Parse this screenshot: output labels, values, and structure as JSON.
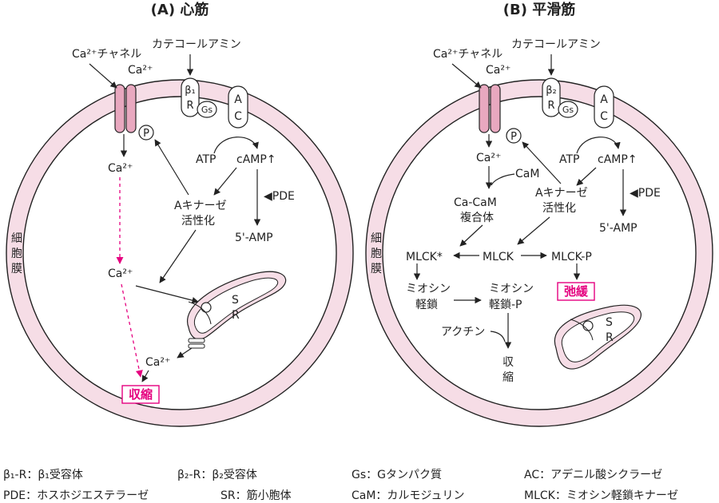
{
  "panelA": {
    "title": "(A) 心筋",
    "ca_channel": "Ca²⁺チャネル",
    "catecholamine": "カテコールアミン",
    "ca_top": "Ca²⁺",
    "beta_r": [
      "β₁",
      "R"
    ],
    "gs": "Gs",
    "ac": [
      "A",
      "C"
    ],
    "p": "P",
    "atp": "ATP",
    "camp": "cAMP↑",
    "ca_mid": "Ca²⁺",
    "akinase": [
      "Aキナーゼ",
      "活性化"
    ],
    "pde": "◀PDE",
    "amp": "5'-AMP",
    "membrane": [
      "細",
      "胞",
      "膜"
    ],
    "ca_low": "Ca²⁺",
    "sr": [
      "S",
      "R"
    ],
    "ca_bottom": "Ca²⁺",
    "contraction": "収縮"
  },
  "panelB": {
    "title": "(B) 平滑筋",
    "ca_channel": "Ca²⁺チャネル",
    "catecholamine": "カテコールアミン",
    "ca_top": "Ca²⁺",
    "beta_r": [
      "β₂",
      "R"
    ],
    "gs": "Gs",
    "ac": [
      "A",
      "C"
    ],
    "p": "P",
    "atp": "ATP",
    "camp": "cAMP↑",
    "ca_mid": "Ca²⁺",
    "cam": "CaM",
    "cacam": [
      "Ca-CaM",
      "複合体"
    ],
    "akinase": [
      "Aキナーゼ",
      "活性化"
    ],
    "pde": "◀PDE",
    "amp": "5'-AMP",
    "membrane": [
      "細",
      "胞",
      "膜"
    ],
    "mlck_star": "MLCK*",
    "mlck": "MLCK",
    "mlck_p": "MLCK-P",
    "myosin": [
      "ミオシン",
      "軽鎖"
    ],
    "myosin_p": [
      "ミオシン",
      "軽鎖-P"
    ],
    "relaxation": "弛緩",
    "actin": "アクチン",
    "contraction": [
      "収",
      "縮"
    ],
    "sr": [
      "S",
      "R"
    ]
  },
  "legend": {
    "b1r": "β₁-R：β₁受容体",
    "b2r": "β₂-R：β₂受容体",
    "gs": "Gs：Gタンパク質",
    "ac": "AC：アデニル酸シクラーゼ",
    "pde": "PDE：ホスホジエステラーゼ",
    "sr": "SR：筋小胞体",
    "cam": "CaM：カルモジュリン",
    "mlck": "MLCK：ミオシン軽鎖キナーゼ"
  },
  "colors": {
    "membrane": "#f6dde6",
    "channel": "#e8a8bf",
    "accent": "#e5007f",
    "line": "#222222"
  }
}
